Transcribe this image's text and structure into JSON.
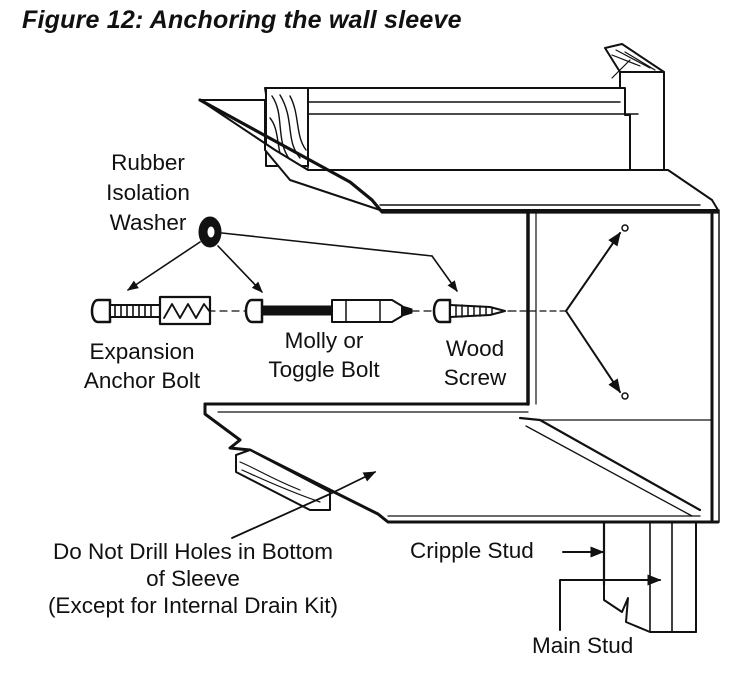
{
  "figure": {
    "title": "Figure 12: Anchoring the wall sleeve"
  },
  "labels": {
    "washer": [
      "Rubber",
      "Isolation",
      "Washer"
    ],
    "expansion_anchor": [
      "Expansion",
      "Anchor Bolt"
    ],
    "molly_toggle": [
      "Molly or",
      "Toggle Bolt"
    ],
    "wood_screw": [
      "Wood",
      "Screw"
    ],
    "bottom_warning": [
      "Do Not Drill Holes in Bottom",
      "of Sleeve",
      "(Except for Internal Drain Kit)"
    ],
    "cripple_stud": "Cripple Stud",
    "main_stud": "Main Stud"
  },
  "colors": {
    "ink": "#111111",
    "background": "#ffffff"
  }
}
